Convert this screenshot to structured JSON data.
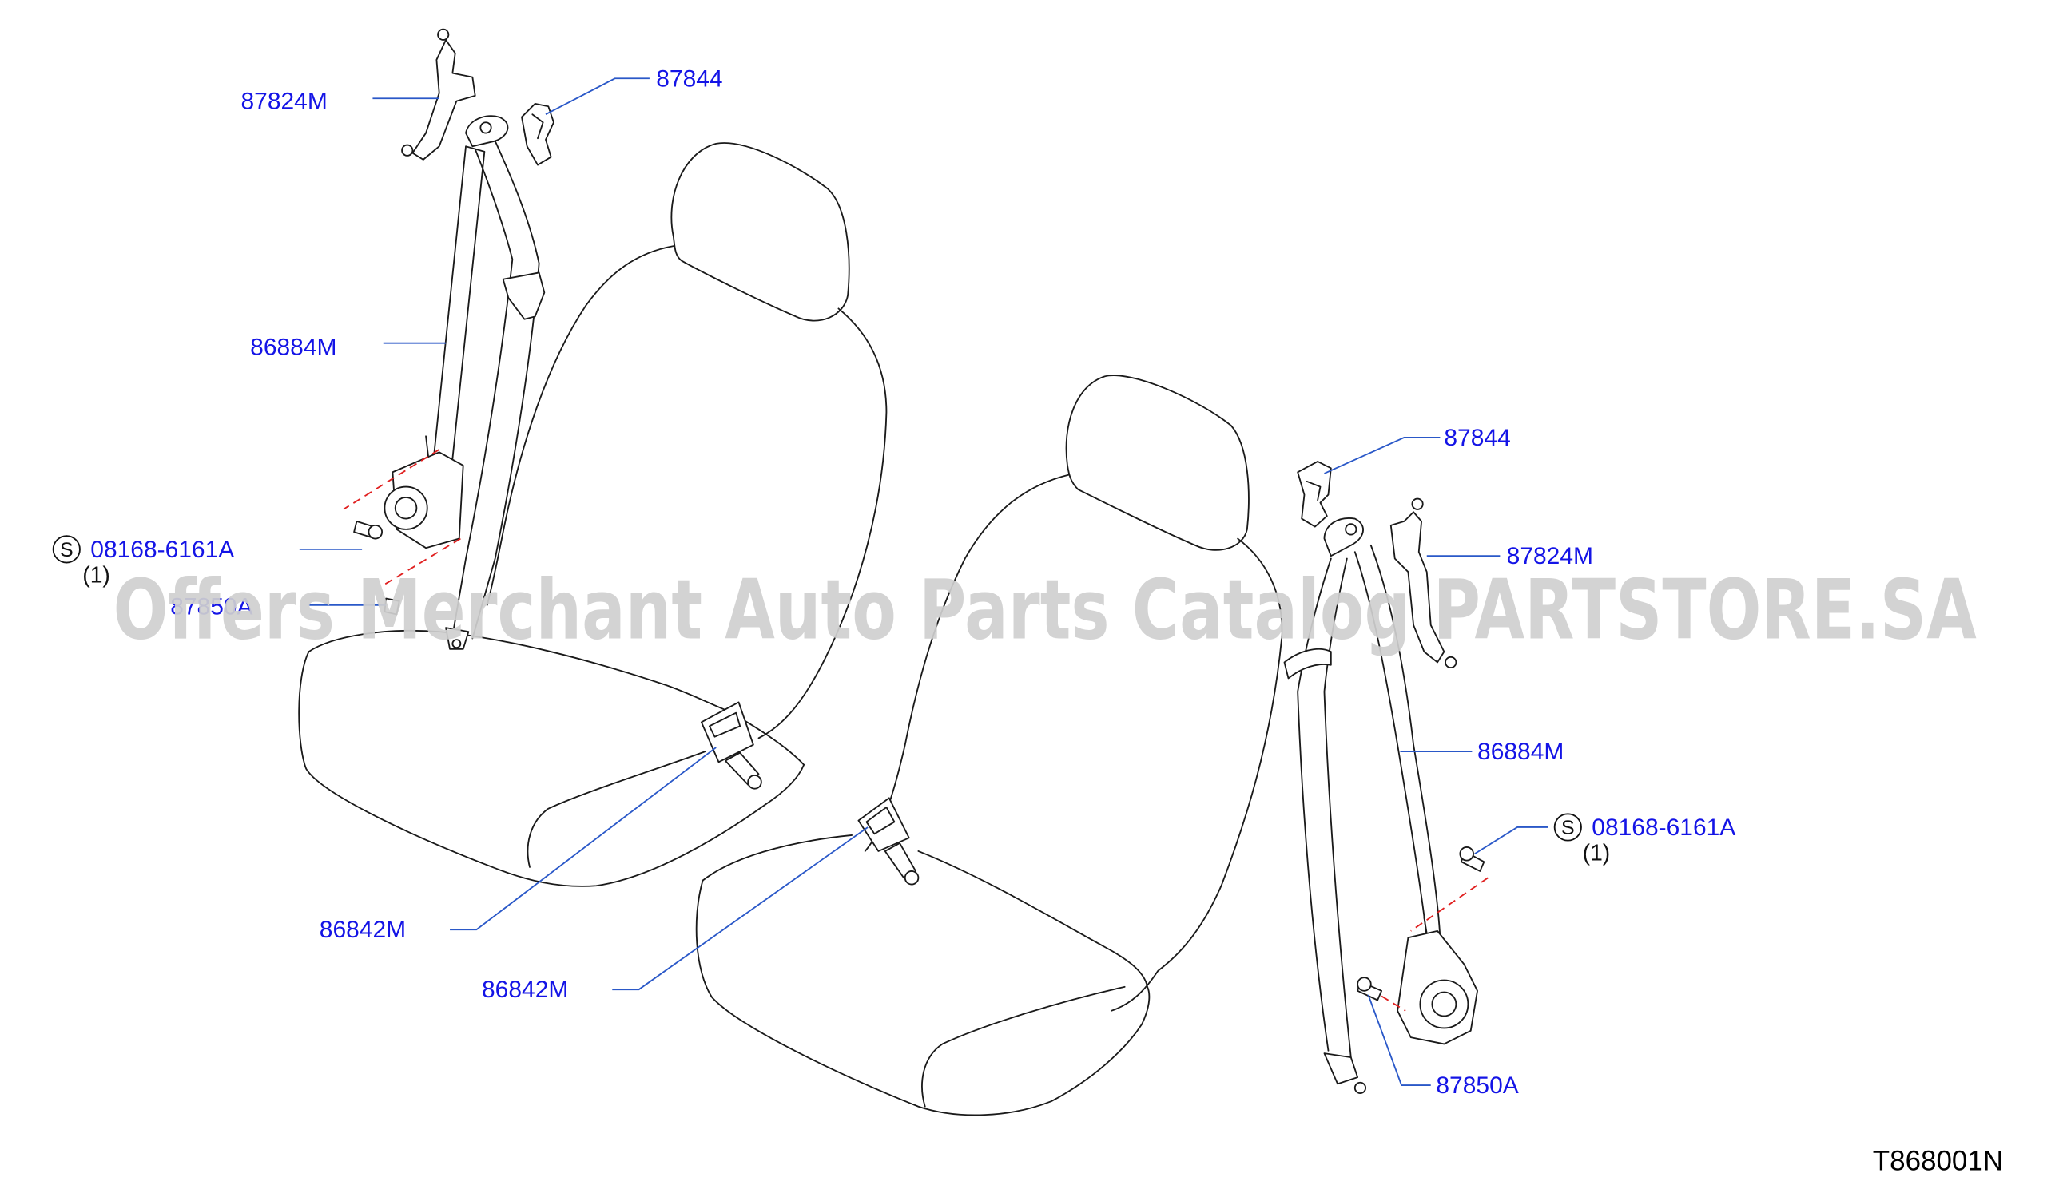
{
  "watermark_text": "Offers Merchant Auto Parts Catalog PARTSTORE.SA",
  "diagram_code": "T868001N",
  "service_symbol": "S",
  "colors": {
    "callout_text": "#1414e6",
    "leader_line": "#2a58c8",
    "hidden_line": "#e02020",
    "outline": "#1a1a1a",
    "watermark": "#d0d0d0"
  },
  "left_seat": {
    "upper_anchor_part": "87824M",
    "belt_guide_part": "87844",
    "belt_assembly_part": "86884M",
    "retractor_bolt_part": "08168-6161A",
    "retractor_bolt_qty": "(1)",
    "anchor_bolt_part": "87850A",
    "buckle_part": "86842M"
  },
  "right_seat": {
    "upper_anchor_part": "87824M",
    "belt_guide_part": "87844",
    "belt_assembly_part": "86884M",
    "retractor_bolt_part": "08168-6161A",
    "retractor_bolt_qty": "(1)",
    "anchor_bolt_part": "87850A",
    "buckle_part": "86842M"
  }
}
